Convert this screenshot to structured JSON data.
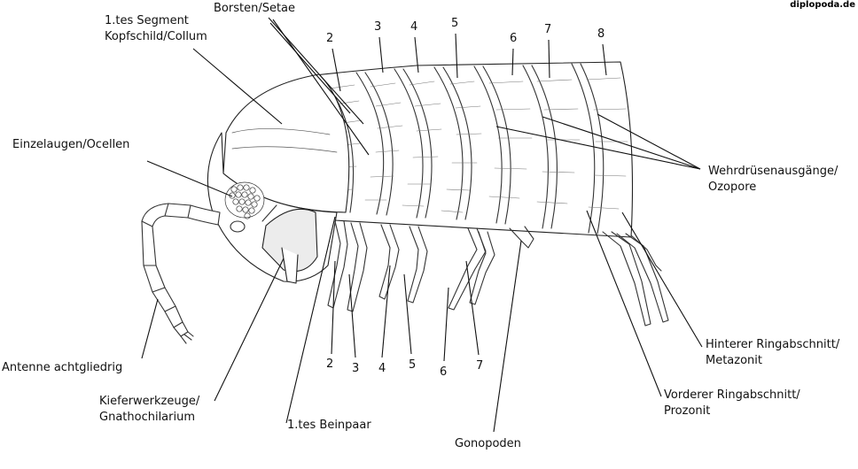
{
  "watermark": "diplopoda.de",
  "labels": {
    "collum": [
      "1.tes Segment",
      "Kopfschild/Collum"
    ],
    "setae": "Borsten/Setae",
    "ocelli": "Einzelaugen/Ocellen",
    "antenna": "Antenne achtgliedrig",
    "gnathochilarium": [
      "Kieferwerkzeuge/",
      "Gnathochilarium"
    ],
    "first_legs": "1.tes Beinpaar",
    "gonopods": "Gonopoden",
    "prozonit": [
      "Vorderer Ringabschnitt/",
      "Prozonit"
    ],
    "metazonit": [
      "Hinterer Ringabschnitt/",
      "Metazonit"
    ],
    "ozopore": [
      "Wehrdrüsenausgänge/",
      "Ozopore"
    ]
  },
  "segment_numbers": [
    "2",
    "3",
    "4",
    "5",
    "6",
    "7",
    "8"
  ],
  "leg_numbers": [
    "2",
    "3",
    "4",
    "5",
    "6",
    "7"
  ]
}
